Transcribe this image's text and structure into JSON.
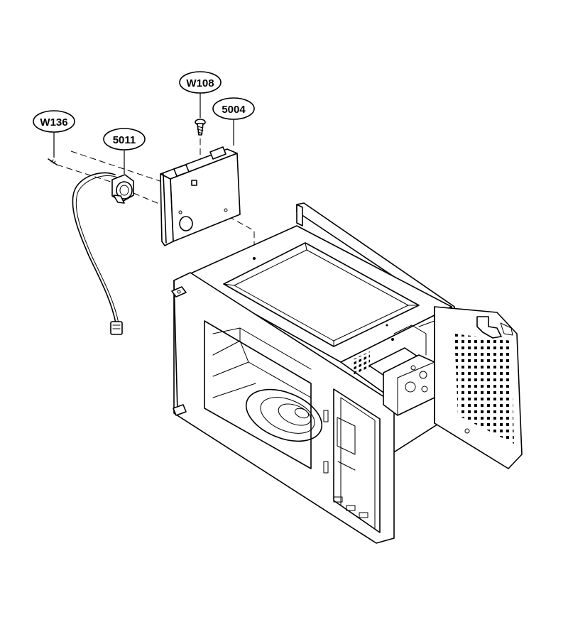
{
  "callouts": [
    {
      "id": "w136",
      "label": "W136"
    },
    {
      "id": "w108",
      "label": "W108"
    },
    {
      "id": "p5011",
      "label": "5011"
    },
    {
      "id": "p5004",
      "label": "5004"
    }
  ],
  "colors": {
    "line": "#000000",
    "background": "#ffffff"
  }
}
